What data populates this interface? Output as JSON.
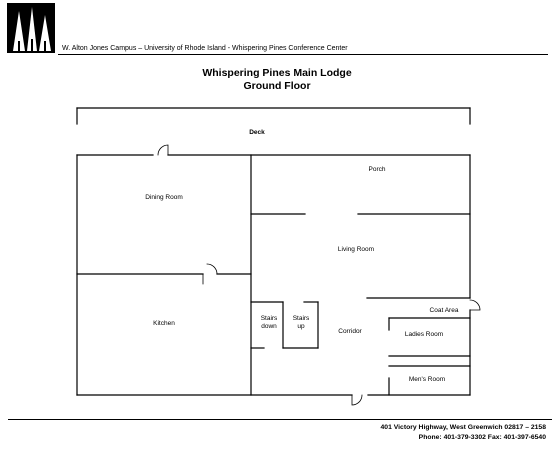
{
  "header": {
    "campus_line": "W. Alton Jones Campus – University of Rhode Island - Whispering Pines Conference Center"
  },
  "title": {
    "line1": "Whispering Pines Main Lodge",
    "line2": "Ground Floor"
  },
  "rooms": {
    "deck": "Deck",
    "porch": "Porch",
    "dining_room": "Dining Room",
    "living_room": "Living Room",
    "kitchen": "Kitchen",
    "stairs_down_1": "Stairs",
    "stairs_down_2": "down",
    "stairs_up_1": "Stairs",
    "stairs_up_2": "up",
    "corridor": "Corridor",
    "coat_area": "Coat Area",
    "ladies_room": "Ladies Room",
    "mens_room": "Men's Room"
  },
  "footer": {
    "address": "401 Victory Highway, West Greenwich 02817 – 2158",
    "phones": "Phone:  401-379-3302    Fax:  401-397-6540"
  },
  "colors": {
    "ink": "#000000",
    "paper": "#ffffff"
  }
}
